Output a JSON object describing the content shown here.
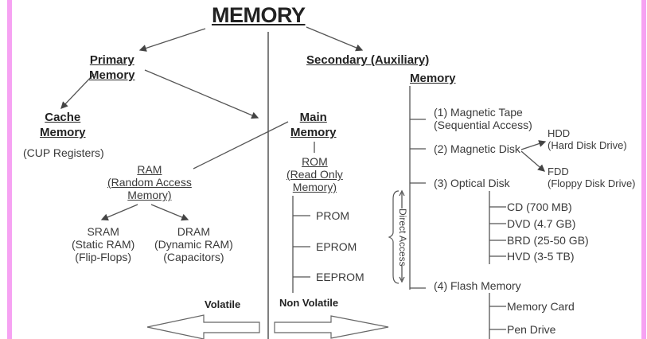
{
  "title": "MEMORY",
  "primary": {
    "line1": "Primary",
    "line2": "Memory"
  },
  "secondary": {
    "line1": "Secondary (Auxiliary)",
    "line2": "Memory"
  },
  "cache": {
    "line1": "Cache",
    "line2": "Memory",
    "note": "(CUP Registers)"
  },
  "main": {
    "line1": "Main",
    "line2": "Memory"
  },
  "ram": {
    "line1": "RAM",
    "line2": "(Random Access",
    "line3": "Memory)"
  },
  "sram": {
    "line1": "SRAM",
    "line2": "(Static RAM)",
    "line3": "(Flip-Flops)"
  },
  "dram": {
    "line1": "DRAM",
    "line2": "(Dynamic RAM)",
    "line3": "(Capacitors)"
  },
  "rom": {
    "line1": "ROM",
    "line2": "(Read Only",
    "line3": "Memory)",
    "types": [
      "PROM",
      "EPROM",
      "EEPROM"
    ]
  },
  "storage": {
    "tape": {
      "line1": "(1) Magnetic Tape",
      "line2": "(Sequential Access)"
    },
    "disk": {
      "label": "(2) Magnetic Disk",
      "hdd": {
        "line1": "HDD",
        "line2": "(Hard Disk Drive)"
      },
      "fdd": {
        "line1": "FDD",
        "line2": "(Floppy Disk Drive)"
      }
    },
    "optical": {
      "label": "(3) Optical Disk",
      "items": [
        {
          "name": "CD",
          "size": "(700 MB)"
        },
        {
          "name": "DVD",
          "size": "(4.7 GB)"
        },
        {
          "name": "BRD",
          "size": "(25-50 GB)"
        },
        {
          "name": "HVD",
          "size": "(3-5 TB)"
        }
      ]
    },
    "flash": {
      "label": "(4) Flash Memory",
      "items": [
        "Memory Card",
        "Pen Drive"
      ]
    },
    "direct_access": "Direct Access"
  },
  "volatile": "Volatile",
  "non_volatile": "Non Volatile",
  "colors": {
    "frame": "#f6a2f2",
    "line": "#555555"
  }
}
